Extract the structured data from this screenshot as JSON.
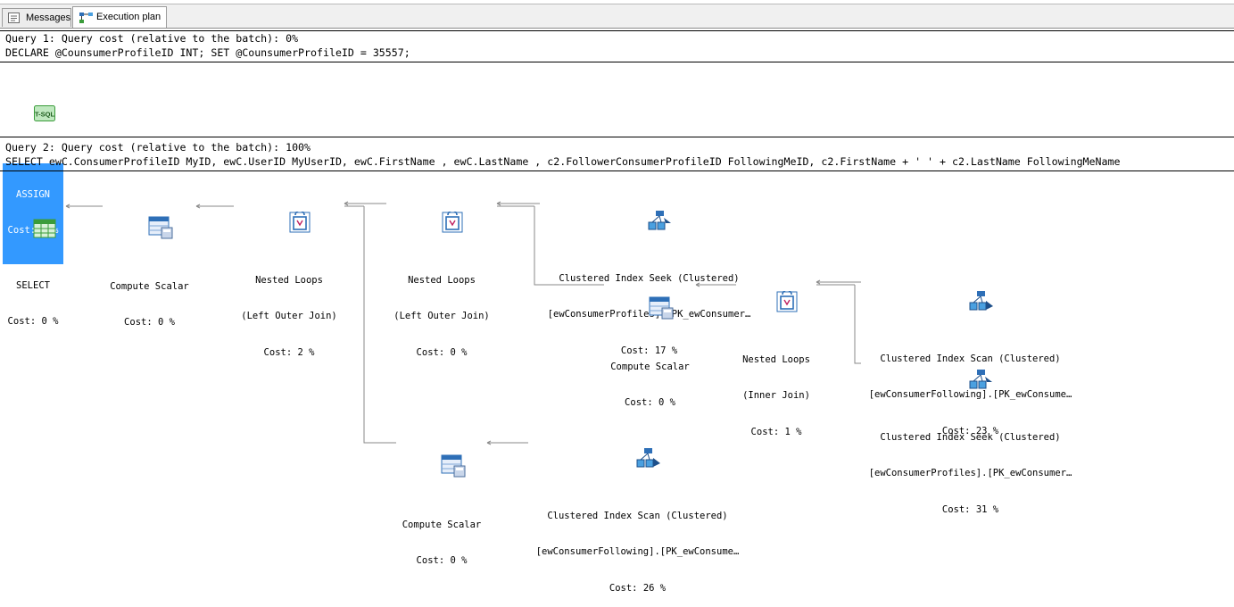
{
  "tabs": [
    {
      "label": "Messages",
      "icon": "messages-icon"
    },
    {
      "label": "Execution plan",
      "icon": "execution-plan-icon"
    }
  ],
  "query1": {
    "header": "Query 1: Query cost (relative to the batch): 0%",
    "sql": "DECLARE @CounsumerProfileID INT; SET @CounsumerProfileID = 35557;",
    "assign": {
      "icon_text": "T-SQL",
      "name": "ASSIGN",
      "cost": "Cost: 0 %"
    }
  },
  "query2": {
    "header": "Query 2: Query cost (relative to the batch): 100%",
    "sql": "SELECT ewC.ConsumerProfileID MyID, ewC.UserID MyUserID, ewC.FirstName , ewC.LastName , c2.FollowerConsumerProfileID FollowingMeID, c2.FirstName + ' ' + c2.LastName FollowingMeName",
    "nodes": {
      "select": {
        "line1": "SELECT",
        "cost": "Cost: 0 %"
      },
      "compute1": {
        "line1": "Compute Scalar",
        "cost": "Cost: 0 %"
      },
      "loops1": {
        "line1": "Nested Loops",
        "line2": "(Left Outer Join)",
        "cost": "Cost: 2 %"
      },
      "loops2": {
        "line1": "Nested Loops",
        "line2": "(Left Outer Join)",
        "cost": "Cost: 0 %"
      },
      "seek1": {
        "line1": "Clustered Index Seek (Clustered)",
        "line2": "[ewConsumerProfiles].[PK_ewConsumer…",
        "cost": "Cost: 17 %"
      },
      "compute2": {
        "line1": "Compute Scalar",
        "cost": "Cost: 0 %"
      },
      "loops3": {
        "line1": "Nested Loops",
        "line2": "(Inner Join)",
        "cost": "Cost: 1 %"
      },
      "scan1": {
        "line1": "Clustered Index Scan (Clustered)",
        "line2": "[ewConsumerFollowing].[PK_ewConsume…",
        "cost": "Cost: 23 %"
      },
      "seek2": {
        "line1": "Clustered Index Seek (Clustered)",
        "line2": "[ewConsumerProfiles].[PK_ewConsumer…",
        "cost": "Cost: 31 %"
      },
      "compute3": {
        "line1": "Compute Scalar",
        "cost": "Cost: 0 %"
      },
      "scan2": {
        "line1": "Clustered Index Scan (Clustered)",
        "line2": "[ewConsumerFollowing].[PK_ewConsume…",
        "cost": "Cost: 26 %"
      }
    }
  },
  "colors": {
    "selection": "#3399ff",
    "icon_blue": "#2e6fb7",
    "tsql_green": "#3a9c3a"
  }
}
